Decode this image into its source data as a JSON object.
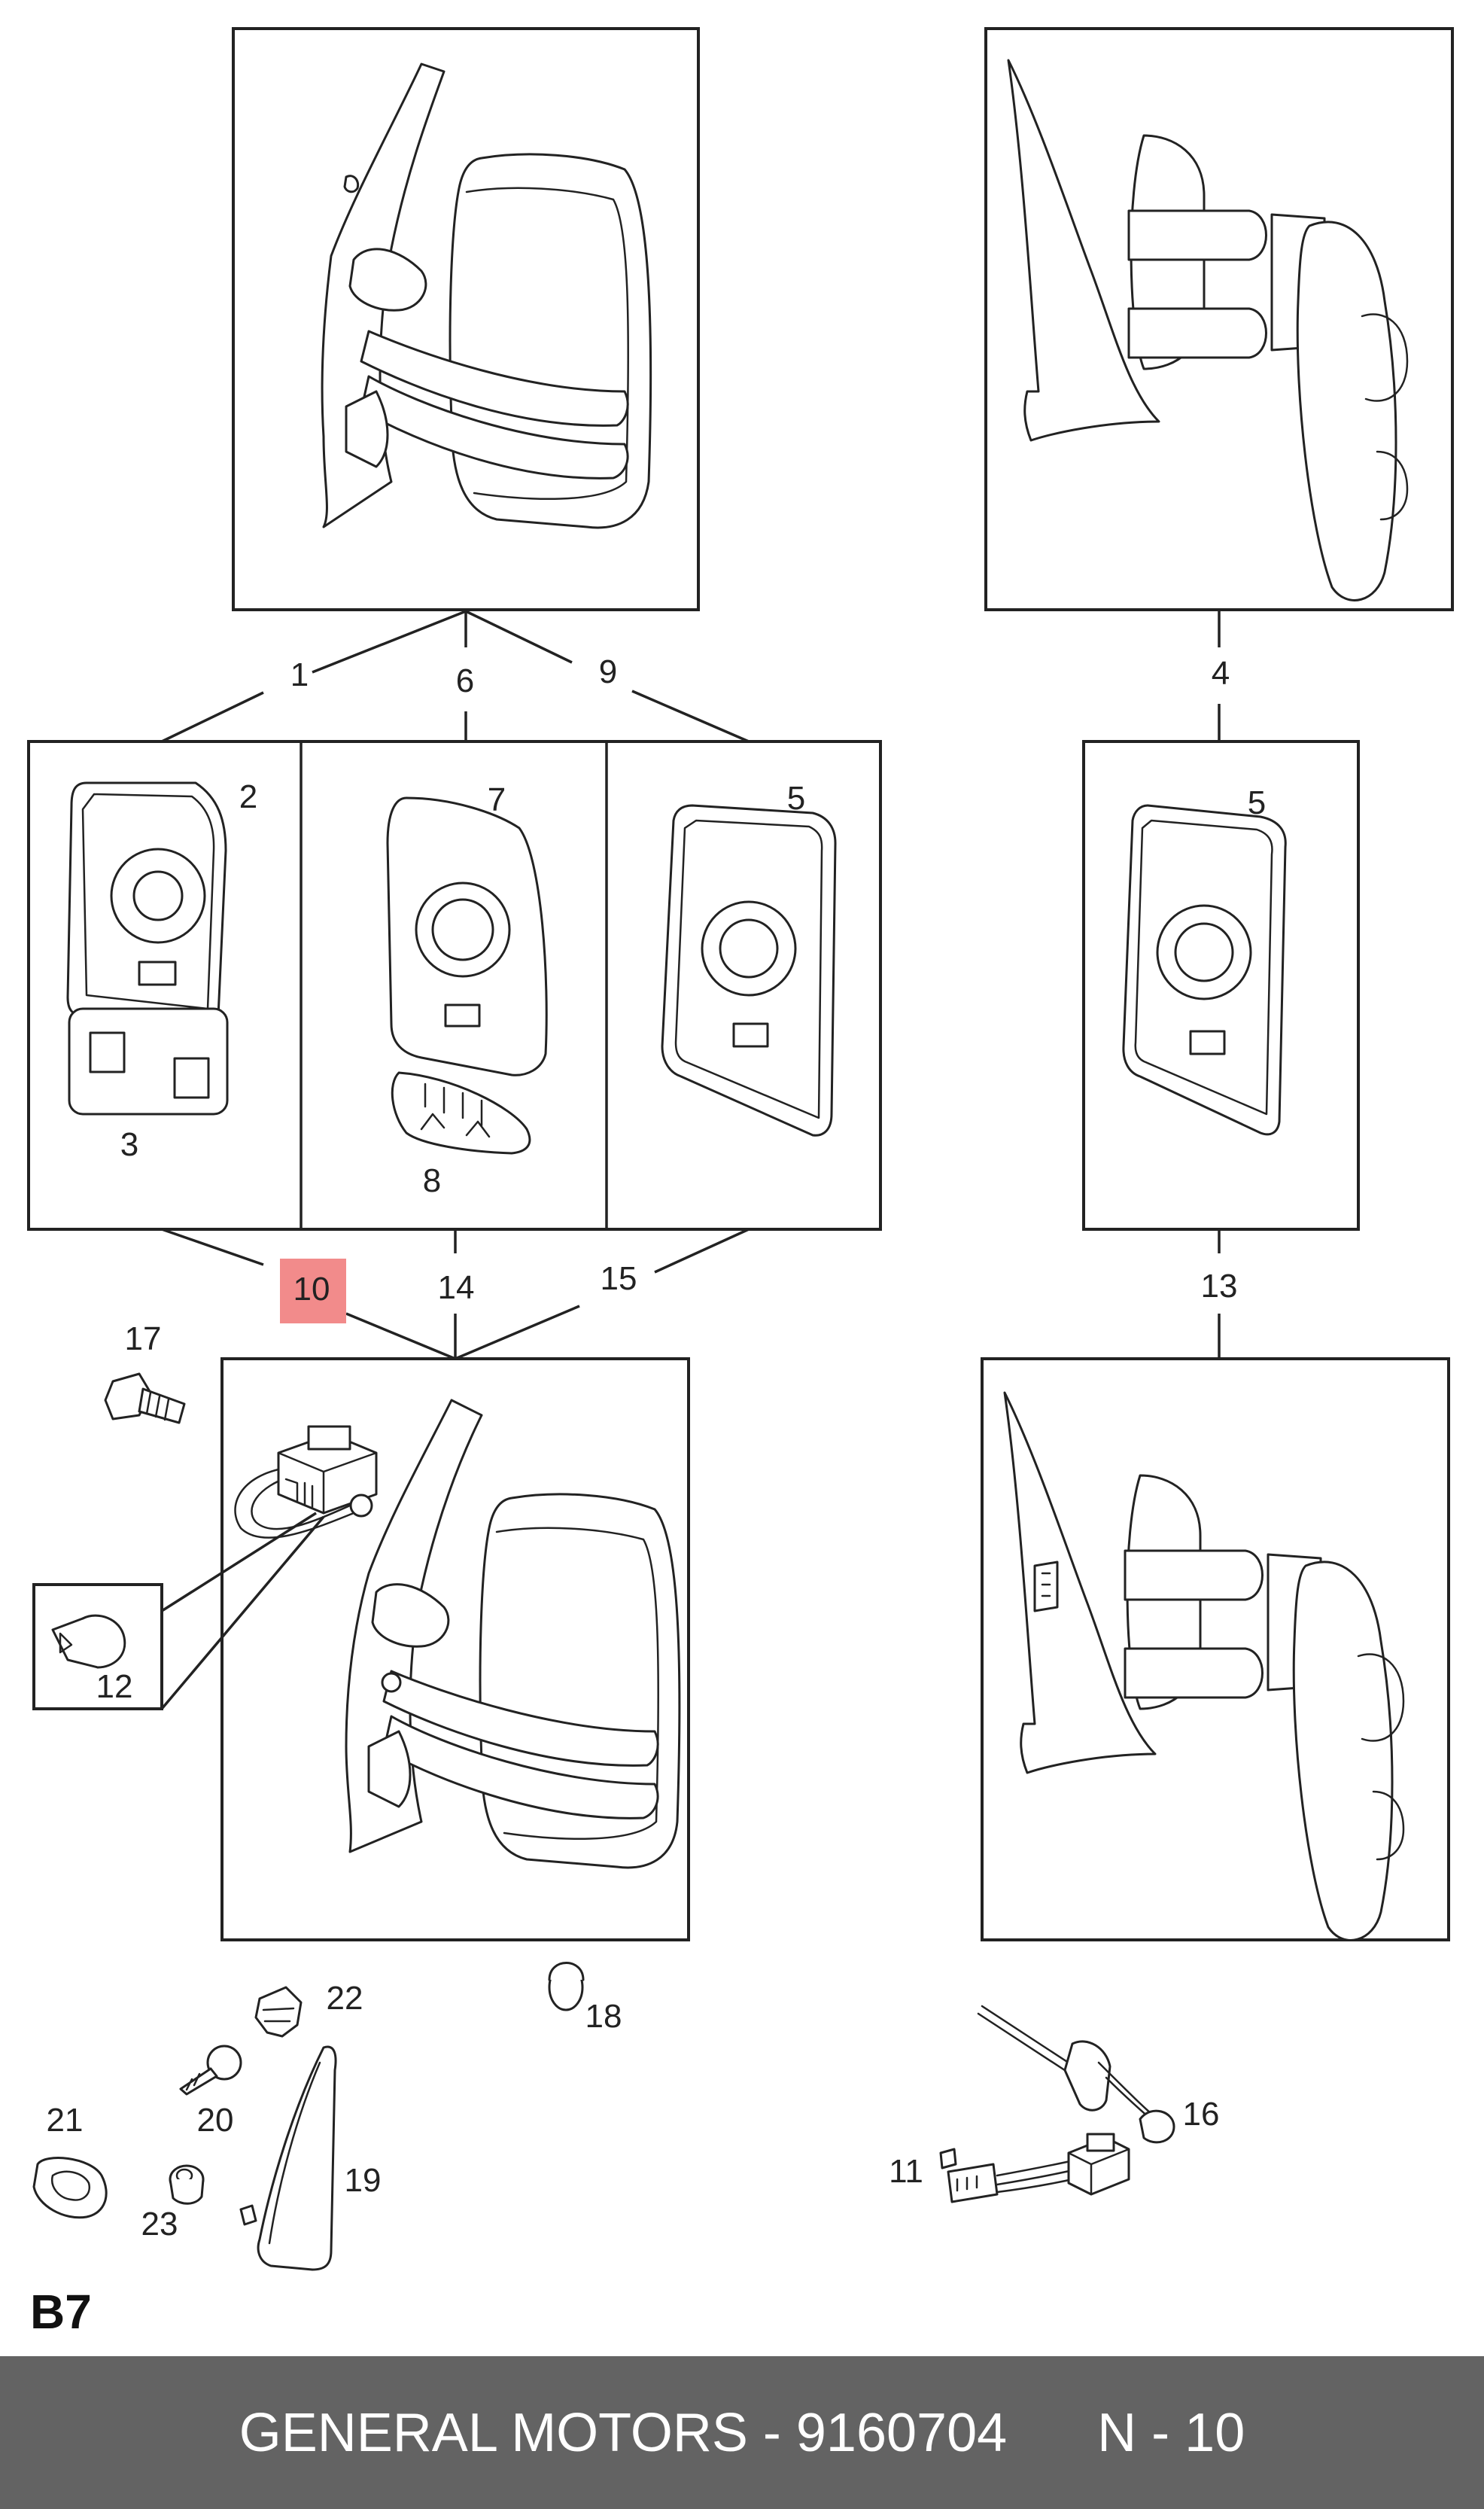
{
  "diagram": {
    "page_id": "B7",
    "highlight_color": "#f28b8b",
    "callouts": {
      "c1": "1",
      "c2": "2",
      "c3": "3",
      "c4": "4",
      "c5a": "5",
      "c5b": "5",
      "c6": "6",
      "c7": "7",
      "c8": "8",
      "c9": "9",
      "c10": "10",
      "c11": "11",
      "c12": "12",
      "c13": "13",
      "c14": "14",
      "c15": "15",
      "c16": "16",
      "c17": "17",
      "c18": "18",
      "c19": "19",
      "c20": "20",
      "c21": "21",
      "c22": "22",
      "c23": "23"
    },
    "highlighted_callout": "10"
  },
  "footer": {
    "background": "#636363",
    "text": "GENERAL MOTORS - 9160704      N - 10"
  }
}
